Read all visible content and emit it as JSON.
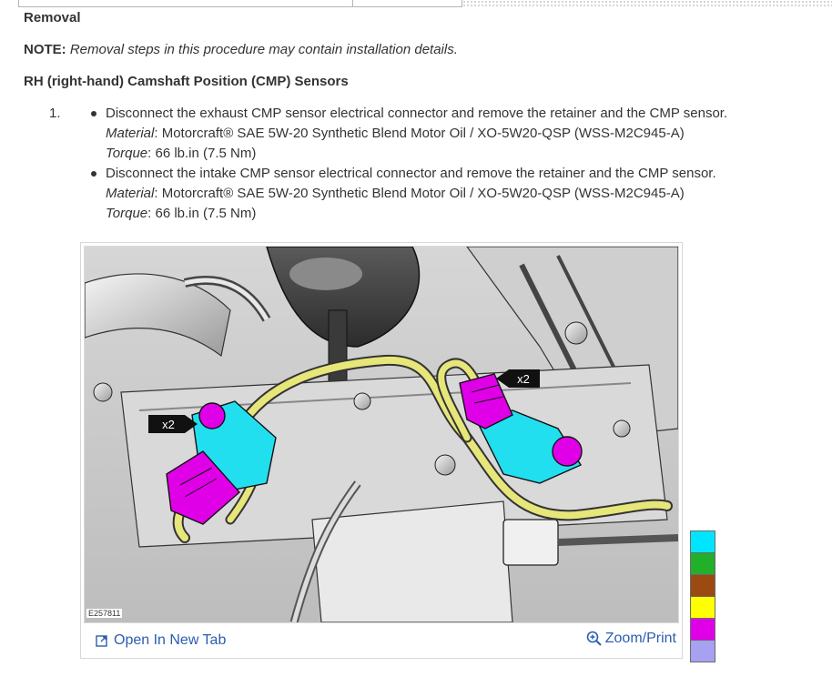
{
  "procedure": {
    "heading": "Removal",
    "note_label": "NOTE:",
    "note_text": "Removal steps in this procedure may contain installation details.",
    "section_title": "RH (right-hand) Camshaft Position (CMP) Sensors",
    "step_number": "1.",
    "bullets": [
      {
        "text": "Disconnect the exhaust CMP sensor electrical connector and remove the retainer and the CMP sensor.",
        "material_label": "Material",
        "material_value": ": Motorcraft® SAE 5W-20 Synthetic Blend Motor Oil / XO-5W20-QSP (WSS-M2C945-A)",
        "torque_label": "Torque",
        "torque_value": ": 66 lb.in (7.5 Nm)"
      },
      {
        "text": "Disconnect the intake CMP sensor electrical connector and remove the retainer and the CMP sensor.",
        "material_label": "Material",
        "material_value": ": Motorcraft® SAE 5W-20 Synthetic Blend Motor Oil / XO-5W20-QSP (WSS-M2C945-A)",
        "torque_label": "Torque",
        "torque_value": ": 66 lb.in (7.5 Nm)"
      }
    ]
  },
  "figure": {
    "id": "E257811",
    "callout_left": "x2",
    "callout_right": "x2",
    "open_tab_label": "Open In New Tab",
    "zoom_label": "Zoom/Print",
    "open_tab_icon": "open-new-tab-icon",
    "zoom_icon": "magnifier-plus-icon"
  },
  "legend_colors": [
    "#00e5ff",
    "#22b02a",
    "#9b4a12",
    "#ffff00",
    "#e000e8",
    "#a8a0f0"
  ],
  "colors": {
    "link": "#2a5db0",
    "text": "#333333",
    "sensor_body": "#22dff0",
    "connector": "#e000e8",
    "harness": "#e6e67a"
  }
}
